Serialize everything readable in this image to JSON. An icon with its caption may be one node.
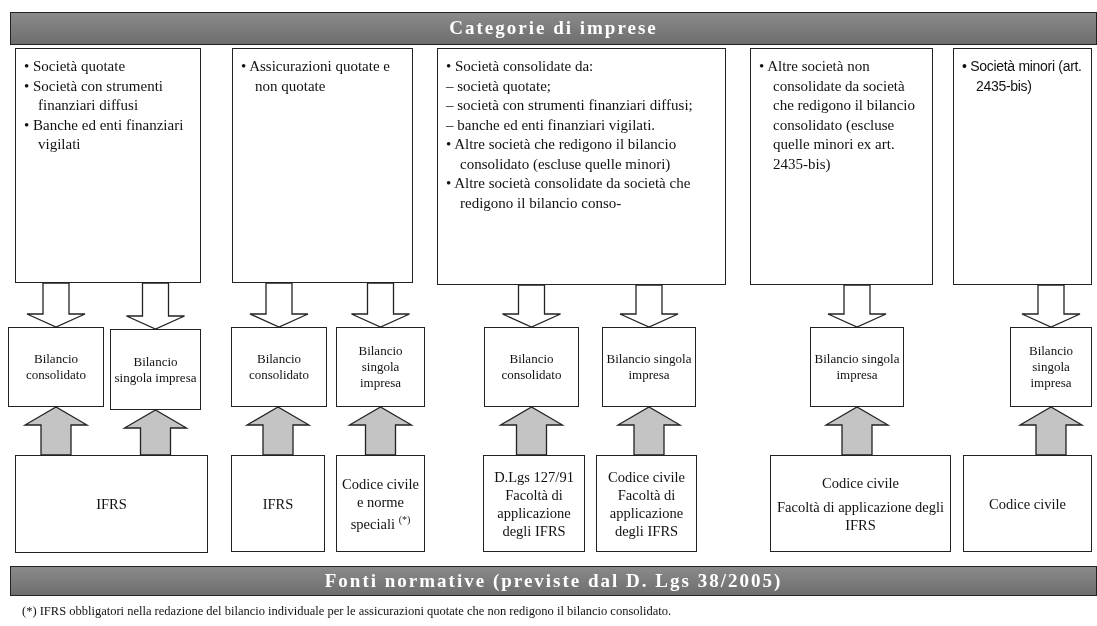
{
  "diagram": {
    "title": "Categorie di imprese",
    "caption": "(*) IFRS obbligatori nella redazione del bilancio individuale per le assicurazioni quotate che non redigono il bilancio consolidato.",
    "nodes": [
      {
        "text": [
          "• Società quotate",
          "• Società con strumenti finanziari diffusi",
          "• Banche ed enti finanziari vigilati"
        ]
      },
      {
        "text": [
          "• Assicurazioni quotate e non quotate"
        ]
      },
      {
        "text": [
          "• Società consolidate da:",
          "– società quotate;",
          "– società con strumenti finanziari diffusi;",
          "– banche ed enti finanziari vigilati.",
          "• Altre società che redigono il bilancio consolidato (escluse quelle minori)",
          "• Altre società consolidate da società che redigono il bilancio conso-"
        ]
      },
      {
        "text": [
          "• Altre società non consolidate da società che redigono il bilancio consolidato (escluse quelle minori ex art. 2435-bis)"
        ]
      },
      {
        "text": [
          "• Società minori (art. 2435-bis)"
        ]
      },
      {
        "text": [
          "Bilancio consolidato"
        ]
      },
      {
        "text": [
          "Bilancio singola impresa"
        ]
      },
      {
        "text": [
          "Bilancio consolidato"
        ]
      },
      {
        "text": [
          "Bilancio singola impresa"
        ]
      },
      {
        "text": [
          "Bilancio consolidato"
        ]
      },
      {
        "text": [
          "Bilancio singola impresa"
        ]
      },
      {
        "text": [
          "Bilancio singola impresa"
        ]
      },
      {
        "text": [
          "Bilancio singola impresa"
        ]
      },
      {
        "text": [
          "IFRS"
        ]
      },
      {
        "text": [
          "IFRS"
        ]
      },
      {
        "text": [
          "Codice civile e norme speciali $^{(*)}$"
        ]
      },
      {
        "text": [
          "D.Lgs 127/91 Facoltà di applicazione degli IFRS"
        ]
      },
      {
        "text": [
          "Codice civile Facoltà di applicazione degli IFRS"
        ]
      },
      {
        "text": [
          "Codice civile",
          "Facoltà di applicazione degli IFRS"
        ]
      },
      {
        "text": [
          "Codice civile"
        ]
      }
    ],
    "edges": [
      {
        "from": 0,
        "to": 5,
        "arrow": "to"
      },
      {
        "from": 0,
        "to": 6,
        "arrow": "to"
      },
      {
        "from": 1,
        "to": 7,
        "arrow": "to"
      },
      {
        "from": 1,
        "to": 8,
        "arrow": "to"
      },
      {
        "from": 2,
        "to": 9,
        "arrow": "to"
      },
      {
        "from": 2,
        "to": 10,
        "arrow": "to"
      },
      {
        "from": 3,
        "to": 11,
        "arrow": "to"
      },
      {
        "from": 4,
        "to": 12,
        "arrow": "to"
      },
      {
        "from": 13,
        "to": 5,
        "arrow": "to",
        "color": "#c4c4c4"
      },
      {
        "from": 13,
        "to": 6,
        "arrow": "to",
        "color": "#c4c4c4"
      },
      {
        "from": 14,
        "to": 7,
        "arrow": "to",
        "color": "#c4c4c4"
      },
      {
        "from": 15,
        "to": 8,
        "arrow": "to",
        "color": "#c4c4c4"
      },
      {
        "from": 16,
        "to": 9,
        "arrow": "to",
        "color": "#c4c4c4"
      },
      {
        "from": 17,
        "to": 10,
        "arrow": "to",
        "color": "#c4c4c4"
      },
      {
        "from": 18,
        "to": 11,
        "arrow": "to",
        "color": "#c4c4c4"
      },
      {
        "from": 19,
        "to": 12,
        "arrow": "to",
        "color": "#c4c4c4"
      }
    ],
    "labels": [
      "Fonti normative (previste dal D. Lgs 38/2005)"
    ]
  }
}
